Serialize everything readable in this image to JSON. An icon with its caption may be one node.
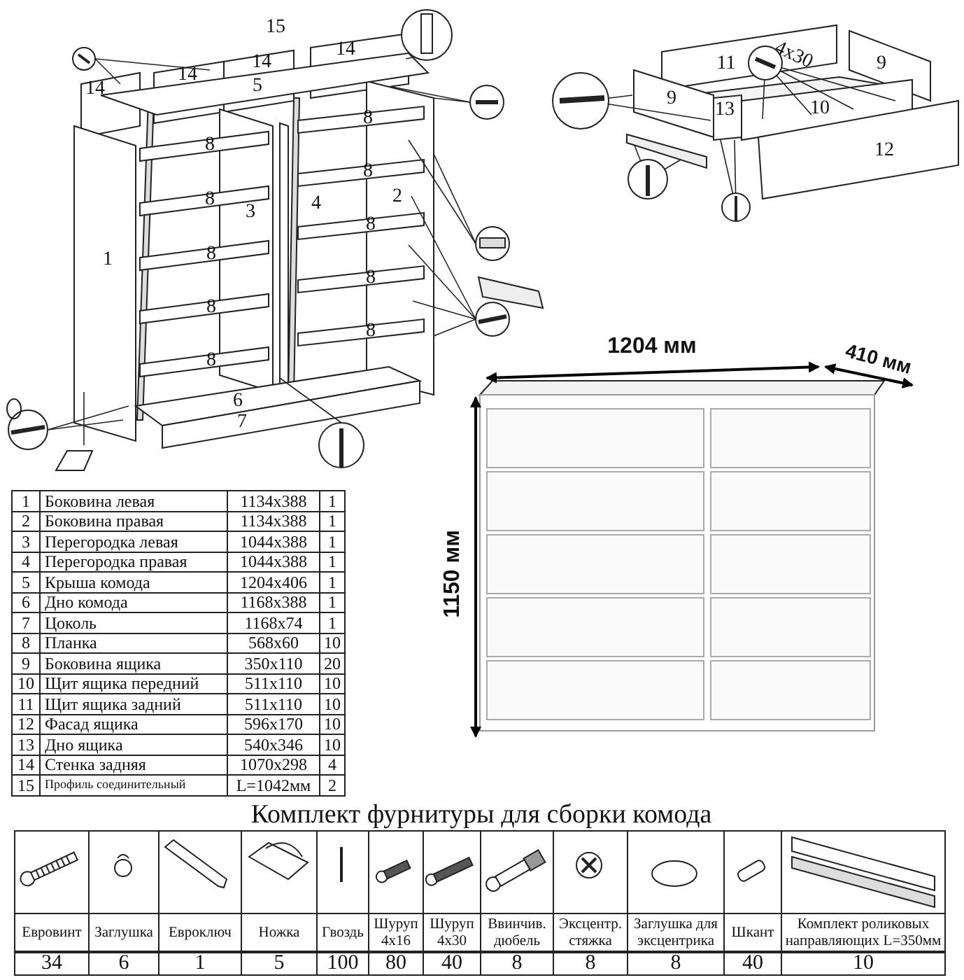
{
  "diagram": {
    "labels": [
      "15",
      "14",
      "14",
      "14",
      "14",
      "5",
      "8",
      "8",
      "8",
      "8",
      "8",
      "8",
      "8",
      "8",
      "8",
      "8",
      "3",
      "4",
      "2",
      "1",
      "6",
      "7",
      "11",
      "4x30",
      "9",
      "9",
      "13",
      "10",
      "12",
      "1204 мм",
      "410 мм",
      "1150 мм",
      "1",
      "Боковина левая",
      "1134x388",
      "1",
      "2",
      "Боковина правая",
      "1134x388",
      "1",
      "3",
      "Перегородка левая",
      "1044x388",
      "1",
      "4",
      "Перегородка правая",
      "1044x388",
      "1",
      "5",
      "Крыша комода",
      "1204x406",
      "1",
      "6",
      "Дно комода",
      "1168x388",
      "1",
      "7",
      "Цоколь",
      "1168x74",
      "1",
      "8",
      "Планка",
      "568x60",
      "10",
      "9",
      "Боковина ящика",
      "350x110",
      "20",
      "10",
      "Щит ящика передний",
      "511x110",
      "10",
      "11",
      "Щит ящика задний",
      "511x110",
      "10",
      "12",
      "Фасад ящика",
      "596x170",
      "10",
      "13",
      "Дно ящика",
      "540x346",
      "10",
      "14",
      "Стенка задняя",
      "1070x298",
      "4",
      "15",
      "Профиль соединительный",
      "L=1042мм",
      "2",
      "Комплект фурнитуры для сборки комода",
      "Евровинт",
      "Заглушка",
      "Евроключ",
      "Ножка",
      "Гвоздь",
      "Шуруп 4x16",
      "Шуруп 4x30",
      "Ввинчив. дюбель",
      "Эксцентр. стяжка",
      "Заглушка для эксцентрика",
      "Шкант",
      "Комплект роликовых направляющих L=350мм",
      "34",
      "6",
      "1",
      "5",
      "100",
      "80",
      "40",
      "8",
      "8",
      "8",
      "40",
      "10"
    ]
  }
}
